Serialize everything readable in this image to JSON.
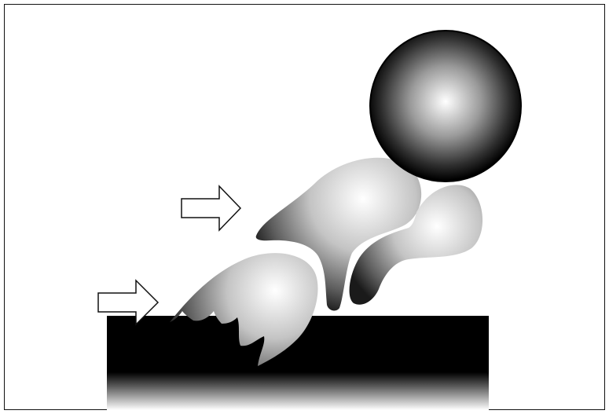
{
  "diagram": {
    "background_color": "#ffffff",
    "frame_color": "#111111",
    "block_color": "#000000",
    "arrow_fill": "#ffffff",
    "arrow_stroke": "#111111",
    "sphere_colors": [
      "#ffffff",
      "#9a9a9a",
      "#2e2e2e",
      "#000000"
    ],
    "shape_colors": [
      "#ffffff",
      "#c4c4c4",
      "#5e5e5e",
      "#1a1a1a"
    ],
    "elements": [
      "sphere",
      "upper-shape",
      "right-shape",
      "lower-shape",
      "base-block",
      "arrow",
      "arrow"
    ]
  }
}
